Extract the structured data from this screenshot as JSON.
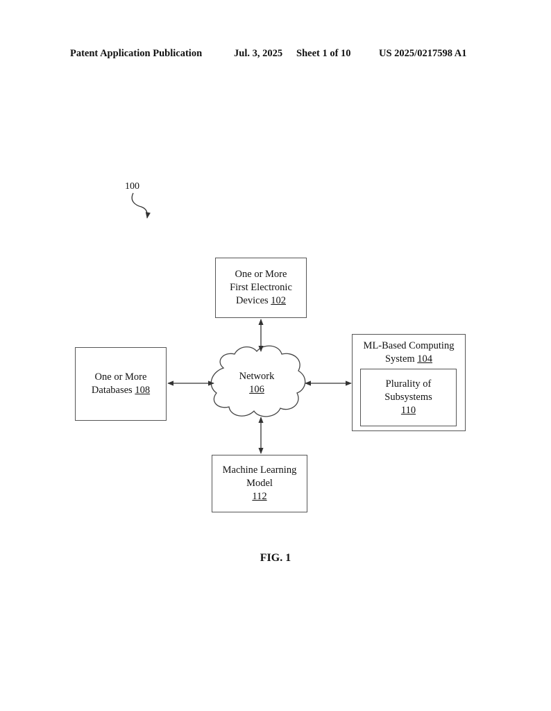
{
  "header": {
    "publication": "Patent Application Publication",
    "date": "Jul. 3, 2025",
    "sheet": "Sheet 1 of 10",
    "number": "US 2025/0217598 A1"
  },
  "figure_ref": "100",
  "nodes": {
    "devices": {
      "line1": "One or More",
      "line2": "First Electronic",
      "line3": "Devices",
      "ref": "102"
    },
    "databases": {
      "line1": "One or More",
      "line2": "Databases",
      "ref": "108"
    },
    "network": {
      "label": "Network",
      "ref": "106"
    },
    "ml_system": {
      "line1": "ML-Based Computing",
      "line2": "System",
      "ref": "104"
    },
    "subsystems": {
      "line1": "Plurality of",
      "line2": "Subsystems",
      "ref": "110"
    },
    "ml_model": {
      "line1": "Machine Learning",
      "line2": "Model",
      "ref": "112"
    }
  },
  "edges": [
    {
      "from": "network",
      "to": "devices",
      "bidirectional": true
    },
    {
      "from": "network",
      "to": "databases",
      "bidirectional": true
    },
    {
      "from": "network",
      "to": "ml_system",
      "bidirectional": true
    },
    {
      "from": "network",
      "to": "ml_model",
      "bidirectional": true
    }
  ],
  "caption": "FIG. 1"
}
